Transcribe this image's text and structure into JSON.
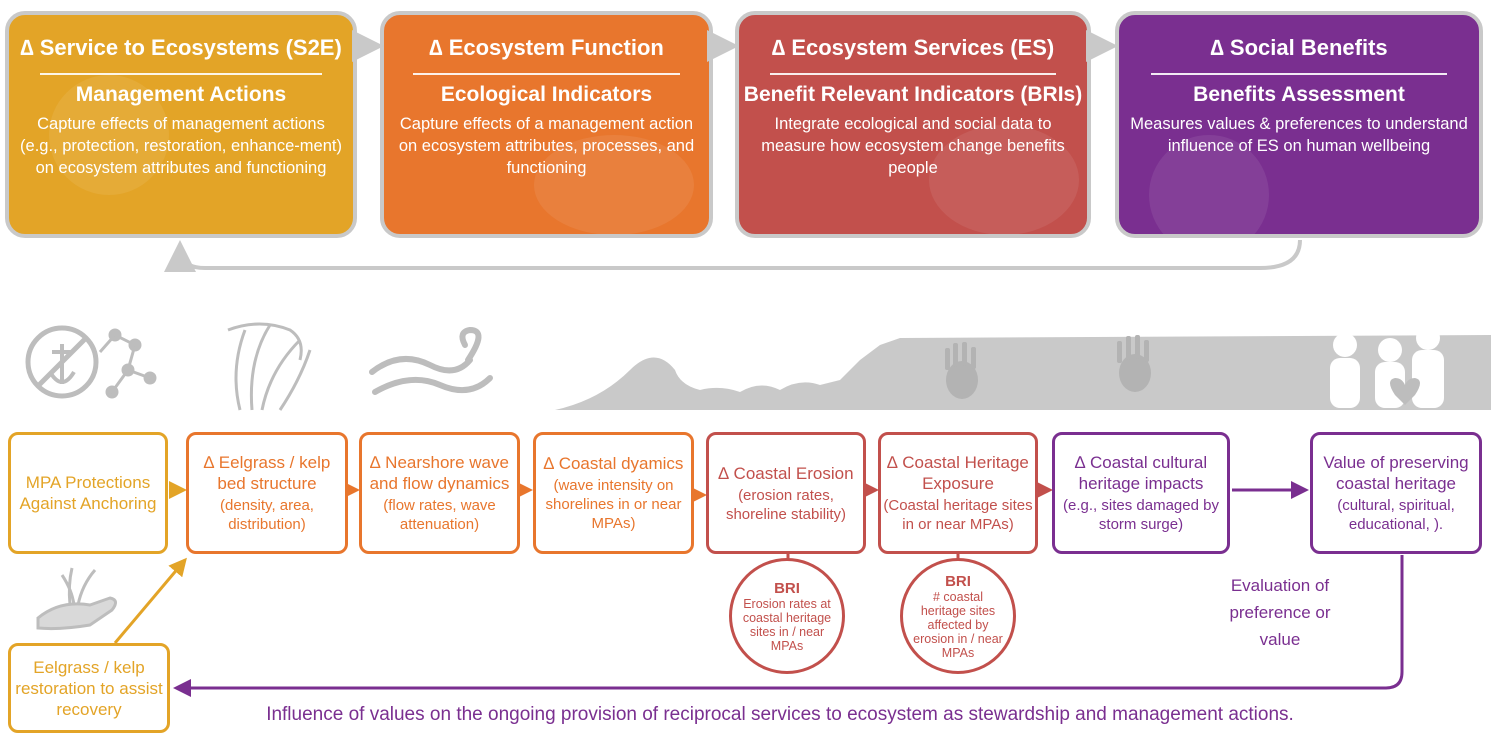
{
  "header": [
    {
      "title": "∆ Service to Ecosystems (S2E)",
      "subtitle": "Management Actions",
      "text": "Capture effects of management actions (e.g., protection, restoration, enhance-ment) on ecosystem attributes and functioning",
      "color": "#e3a427"
    },
    {
      "title": "∆ Ecosystem Function",
      "subtitle": "Ecological Indicators",
      "text": "Capture effects of a management action on ecosystem attributes, processes, and functioning",
      "color": "#e8762d"
    },
    {
      "title": "∆ Ecosystem Services (ES)",
      "subtitle": "Benefit Relevant Indicators (BRIs)",
      "text": "Integrate ecological and social data to measure how ecosystem change benefits people",
      "color": "#c2504c"
    },
    {
      "title": "∆ Social Benefits",
      "subtitle": "Benefits Assessment",
      "text": "Measures values & preferences to understand influence of ES on human wellbeing",
      "color": "#7a2f90"
    }
  ],
  "flow": [
    {
      "main": "MPA Protections Against Anchoring",
      "sub": "",
      "color": "#e3a427"
    },
    {
      "main": "∆ Eelgrass / kelp bed structure",
      "sub": "(density, area, distribution)",
      "color": "#e8762d"
    },
    {
      "main": "∆ Nearshore wave and flow dynamics",
      "sub": "(flow rates, wave attenuation)",
      "color": "#e8762d"
    },
    {
      "main": "∆ Coastal dyamics",
      "sub": "(wave intensity on shorelines in or near MPAs)",
      "color": "#e8762d"
    },
    {
      "main": "∆ Coastal Erosion",
      "sub": "(erosion rates, shoreline stability)",
      "color": "#c2504c"
    },
    {
      "main": "∆ Coastal Heritage Exposure",
      "sub": "(Coastal heritage sites in or near MPAs)",
      "color": "#c2504c"
    },
    {
      "main": "∆ Coastal cultural heritage impacts",
      "sub": "(e.g., sites damaged by storm surge)",
      "color": "#7a2f90"
    },
    {
      "main": "Value of preserving coastal heritage",
      "sub": "(cultural, spiritual, educational, ).",
      "color": "#7a2f90"
    }
  ],
  "restoration": {
    "main": "Eelgrass / kelp restoration to assist recovery",
    "color": "#e3a427"
  },
  "bri": [
    {
      "title": "BRI",
      "text": "Erosion rates at coastal heritage sites in / near MPAs"
    },
    {
      "title": "BRI",
      "text": "# coastal heritage sites affected by erosion in / near MPAs"
    }
  ],
  "evaluation": "Evaluation of preference or value",
  "footer": "Influence of values on the ongoing provision of reciprocal services to ecosystem as stewardship and management actions.",
  "icons": [
    "no-anchor-icon",
    "eelgrass-icon",
    "wave-flow-icon",
    "ocean-wave-icon",
    "handprint-icon",
    "handprint-icon",
    "people-heart-icon",
    "hand-seedling-icon"
  ],
  "colors": {
    "gray": "#c9c9c9",
    "icon_gray": "#bdbdbd"
  }
}
